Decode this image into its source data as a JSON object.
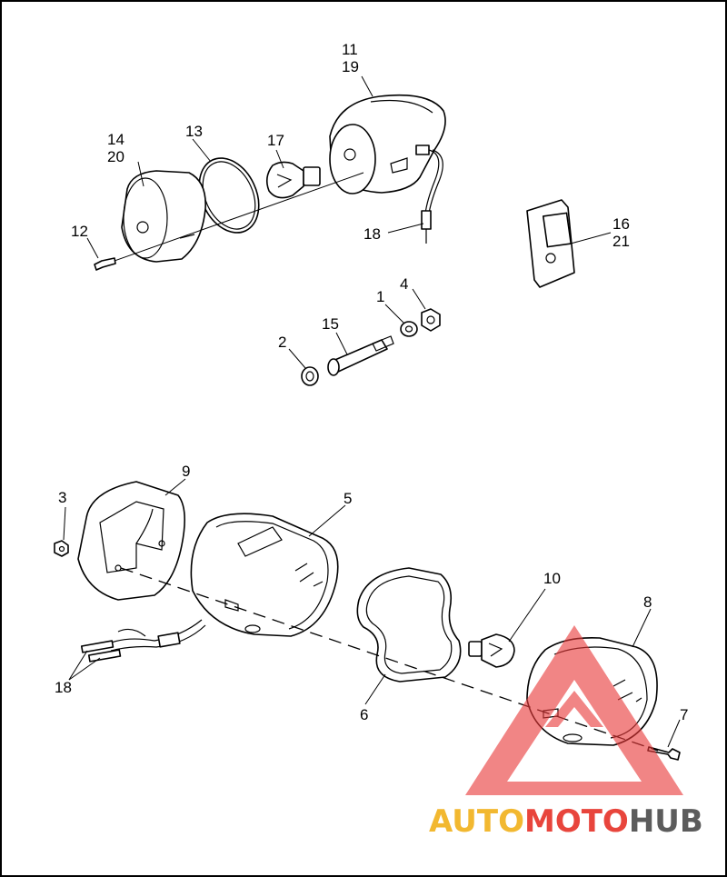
{
  "callouts": {
    "c1": "1",
    "c2": "2",
    "c3": "3",
    "c4": "4",
    "c5": "5",
    "c6": "6",
    "c7": "7",
    "c8": "8",
    "c9": "9",
    "c10": "10",
    "c11": "11",
    "c19": "19",
    "c12": "12",
    "c13": "13",
    "c14": "14",
    "c20": "20",
    "c15": "15",
    "c16": "16",
    "c21": "21",
    "c17": "17",
    "c18a": "18",
    "c18b": "18"
  },
  "watermark": {
    "part1": "AUTO",
    "part2": "MOTO",
    "part3": "HUB",
    "colors": {
      "auto": "#f2b830",
      "moto": "#e8453c",
      "hub": "#5c5c5c",
      "triangle": "#ea3b3b"
    }
  }
}
